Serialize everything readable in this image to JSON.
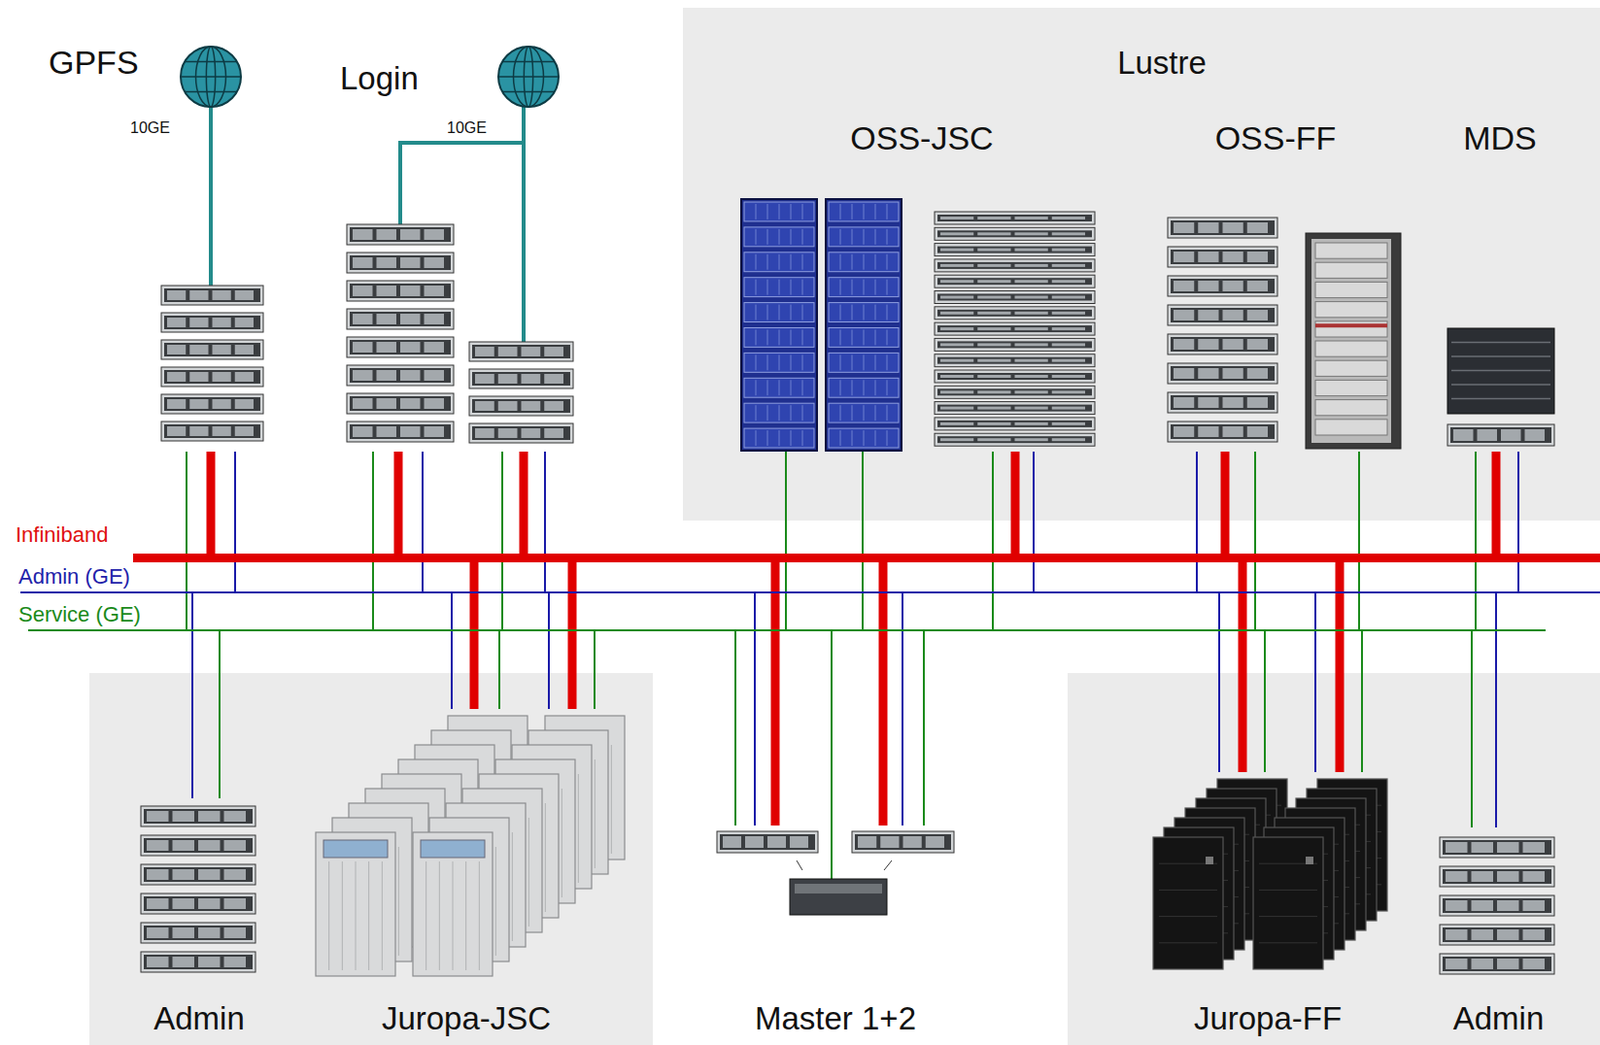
{
  "diagram": {
    "nodes": [
      {
        "text": [
          "GPFS"
        ]
      },
      {
        "text": [
          "Login"
        ]
      },
      {
        "text": [
          "Lustre"
        ]
      },
      {
        "text": [
          "OSS-JSC"
        ],
        "in": 2
      },
      {
        "text": [
          "OSS-FF"
        ],
        "in": 2
      },
      {
        "text": [
          "MDS"
        ],
        "in": 2
      },
      {
        "text": [
          "Infiniband"
        ]
      },
      {
        "text": [
          "Admin (GE)"
        ]
      },
      {
        "text": [
          "Service (GE)"
        ]
      },
      {
        "text": [
          "Admin"
        ]
      },
      {
        "text": [
          "Juropa-JSC"
        ]
      },
      {
        "text": [
          "Master 1+2"
        ]
      },
      {
        "text": [
          "Juropa-FF"
        ]
      },
      {
        "text": [
          "Admin"
        ]
      }
    ],
    "edges": [
      {
        "from": 0,
        "to": 6,
        "arrow": "none"
      },
      {
        "from": 0,
        "to": 7,
        "arrow": "none"
      },
      {
        "from": 0,
        "to": 8,
        "arrow": "none"
      },
      {
        "from": 1,
        "to": 6,
        "arrow": "none"
      },
      {
        "from": 1,
        "to": 7,
        "arrow": "none"
      },
      {
        "from": 1,
        "to": 8,
        "arrow": "none"
      },
      {
        "from": 3,
        "to": 6,
        "arrow": "none"
      },
      {
        "from": 3,
        "to": 7,
        "arrow": "none"
      },
      {
        "from": 3,
        "to": 8,
        "arrow": "none"
      },
      {
        "from": 4,
        "to": 6,
        "arrow": "none"
      },
      {
        "from": 4,
        "to": 7,
        "arrow": "none"
      },
      {
        "from": 4,
        "to": 8,
        "arrow": "none"
      },
      {
        "from": 5,
        "to": 6,
        "arrow": "none"
      },
      {
        "from": 5,
        "to": 7,
        "arrow": "none"
      },
      {
        "from": 5,
        "to": 8,
        "arrow": "none"
      },
      {
        "from": 9,
        "to": 7,
        "arrow": "none"
      },
      {
        "from": 9,
        "to": 8,
        "arrow": "none"
      },
      {
        "from": 10,
        "to": 6,
        "arrow": "none"
      },
      {
        "from": 10,
        "to": 7,
        "arrow": "none"
      },
      {
        "from": 10,
        "to": 8,
        "arrow": "none"
      },
      {
        "from": 11,
        "to": 6,
        "arrow": "none"
      },
      {
        "from": 11,
        "to": 7,
        "arrow": "none"
      },
      {
        "from": 11,
        "to": 8,
        "arrow": "none"
      },
      {
        "from": 12,
        "to": 6,
        "arrow": "none"
      },
      {
        "from": 12,
        "to": 7,
        "arrow": "none"
      },
      {
        "from": 12,
        "to": 8,
        "arrow": "none"
      },
      {
        "from": 13,
        "to": 7,
        "arrow": "none"
      },
      {
        "from": 13,
        "to": 8,
        "arrow": "none"
      }
    ],
    "labels": [
      "10GE",
      "10GE"
    ]
  }
}
